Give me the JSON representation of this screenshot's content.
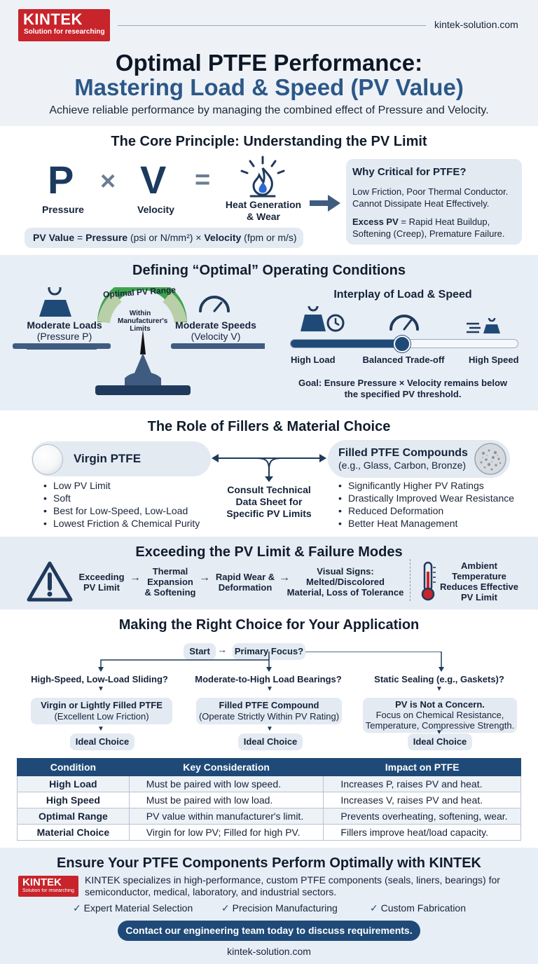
{
  "header": {
    "logo_text": "KINTEK",
    "logo_tagline": "Solution for researching",
    "website": "kintek-solution.com"
  },
  "hero": {
    "title_line1": "Optimal PTFE Performance:",
    "title_line2": "Mastering Load & Speed (PV Value)",
    "subtitle": "Achieve reliable performance by managing the combined effect of Pressure and Velocity."
  },
  "core": {
    "heading": "The Core Principle: Understanding the PV Limit",
    "p_letter": "P",
    "times": "×",
    "v_letter": "V",
    "equals": "=",
    "p_label": "Pressure",
    "v_label": "Velocity",
    "result_label_1": "Heat Generation",
    "result_label_2": "& Wear",
    "formula_b1": "PV Value",
    "formula_t1": " = ",
    "formula_b2": "Pressure",
    "formula_t2": " (psi or N/mm²) × ",
    "formula_b3": "Velocity",
    "formula_t3": " (fpm or m/s)",
    "why_title": "Why Critical for PTFE?",
    "why_line1": "Low Friction, Poor Thermal Conductor.",
    "why_line2": "Cannot Dissipate Heat Effectively.",
    "excess_bold": "Excess PV",
    "excess_rest": " = Rapid Heat Buildup,",
    "excess_line2": "Softening (Creep), Premature Failure."
  },
  "optimal": {
    "heading": "Defining “Optimal” Operating Conditions",
    "loads_1": "Moderate Loads",
    "loads_2": "(Pressure P)",
    "range_title": "Optimal PV Range",
    "range_inner_1": "Within",
    "range_inner_2": "Manufacturer's",
    "range_inner_3": "Limits",
    "speeds_1": "Moderate Speeds",
    "speeds_2": "(Velocity V)",
    "interplay_title": "Interplay of Load & Speed",
    "slider_value": 0.49,
    "high_load": "High Load",
    "balanced": "Balanced Trade-off",
    "high_speed": "High Speed",
    "goal_1": "Goal: Ensure Pressure × Velocity remains below",
    "goal_2": "the specified PV threshold."
  },
  "fillers": {
    "heading": "The Role of Fillers & Material Choice",
    "virgin_title": "Virgin PTFE",
    "virgin_items": [
      "Low PV Limit",
      "Soft",
      "Best for Low-Speed, Low-Load",
      "Lowest Friction & Chemical Purity"
    ],
    "consult_1": "Consult Technical",
    "consult_2": "Data Sheet for",
    "consult_3": "Specific PV Limits",
    "filled_title": "Filled PTFE Compounds",
    "filled_sub": "(e.g., Glass, Carbon, Bronze)",
    "filled_items": [
      "Significantly Higher PV Ratings",
      "Drastically Improved Wear Resistance",
      "Reduced Deformation",
      "Better Heat Management"
    ]
  },
  "failure": {
    "heading": "Exceeding the PV Limit & Failure Modes",
    "step1_1": "Exceeding",
    "step1_2": "PV Limit",
    "step2_1": "Thermal",
    "step2_2": "Expansion",
    "step2_3": "& Softening",
    "step3_1": "Rapid Wear &",
    "step3_2": "Deformation",
    "step4_1": "Visual Signs:",
    "step4_2": "Melted/Discolored",
    "step4_3": "Material, Loss of Tolerance",
    "ambient_1": "Ambient",
    "ambient_2": "Temperature",
    "ambient_3": "Reduces Effective",
    "ambient_4": "PV Limit"
  },
  "choice": {
    "heading": "Making the Right Choice for Your Application",
    "start": "Start",
    "primary": "Primary Focus?",
    "col1_q": "High-Speed, Low-Load Sliding?",
    "col1_a1": "Virgin or Lightly Filled PTFE",
    "col1_a2": "(Excellent Low Friction)",
    "col2_q": "Moderate-to-High Load Bearings?",
    "col2_a1": "Filled PTFE Compound",
    "col2_a2": "(Operate Strictly Within PV Rating)",
    "col3_q": "Static Sealing (e.g., Gaskets)?",
    "col3_a1": "PV is Not a Concern.",
    "col3_a2": "Focus on Chemical Resistance,",
    "col3_a3": "Temperature, Compressive Strength.",
    "ideal": "Ideal Choice"
  },
  "table": {
    "headers": [
      "Condition",
      "Key Consideration",
      "Impact on PTFE"
    ],
    "rows": [
      [
        "High Load",
        "Must be paired with low speed.",
        "Increases P, raises PV and heat."
      ],
      [
        "High Speed",
        "Must be paired with low load.",
        "Increases V, raises PV and heat."
      ],
      [
        "Optimal Range",
        "PV value within manufacturer's limit.",
        "Prevents overheating, softening, wear."
      ],
      [
        "Material Choice",
        "Virgin for low PV; Filled for high PV.",
        "Fillers improve heat/load capacity."
      ]
    ]
  },
  "footer": {
    "heading": "Ensure Your PTFE Components Perform Optimally with KINTEK",
    "logo_text": "KINTEK",
    "logo_tagline": "Solution for researching",
    "desc_1": "KINTEK specializes in high-performance, custom PTFE components (seals, liners, bearings) for",
    "desc_2": "semiconductor, medical, laboratory, and industrial sectors.",
    "check1": "Expert Material Selection",
    "check2": "Precision Manufacturing",
    "check3": "Custom Fabrication",
    "cta": "Contact our engineering team today to discuss requirements.",
    "website": "kintek-solution.com"
  },
  "colors": {
    "brand_red": "#c8242b",
    "navy": "#1f4a78",
    "gauge_green": "#3fa34d"
  }
}
